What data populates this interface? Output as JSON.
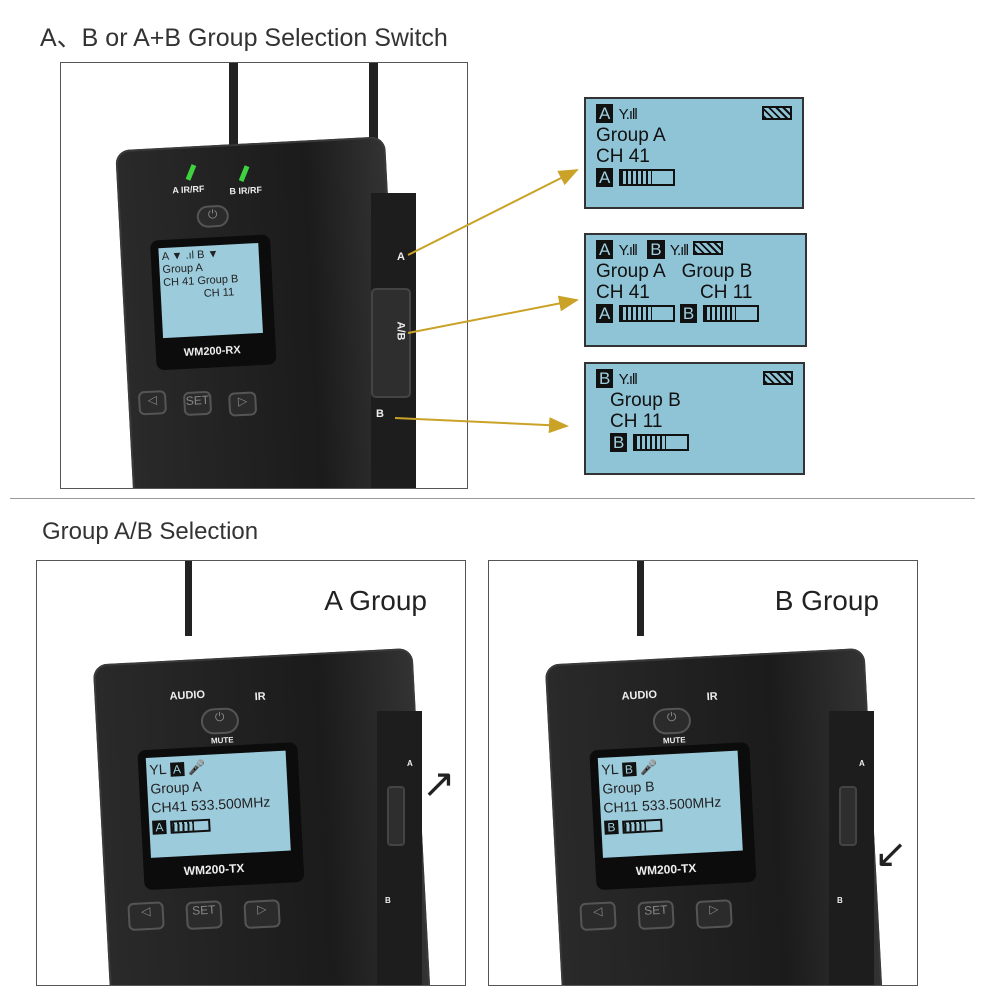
{
  "top": {
    "title": "A、B or A+B Group Selection Switch",
    "receiver": {
      "model": "WM200-RX",
      "led_a": "A IR/RF",
      "led_b": "B IR/RF",
      "switch_a": "A",
      "switch_ab": "A/B",
      "switch_b": "B",
      "set": "SET",
      "screen": {
        "a": "A",
        "b": "B",
        "group_a": "Group  A",
        "ch_a": "CH 41",
        "group_b": "Group  B",
        "ch_b": "CH 11"
      }
    },
    "panels": [
      {
        "label": "A",
        "group": "Group  A",
        "channel": "CH 41"
      },
      {
        "label_a": "A",
        "label_b": "B",
        "group_a": "Group  A",
        "channel_a": "CH 41",
        "group_b": "Group  B",
        "channel_b": "CH 11"
      },
      {
        "label": "B",
        "group": "Group  B",
        "channel": "CH 11"
      }
    ]
  },
  "bottom": {
    "title": "Group A/B Selection",
    "cards": [
      {
        "heading": "A Group",
        "model": "WM200-TX",
        "audio": "AUDIO",
        "ir": "IR",
        "mute": "MUTE",
        "set": "SET",
        "sw_a": "A",
        "sw_b": "B",
        "screen": {
          "tag": "A",
          "group": "Group A",
          "ch": "CH41",
          "freq": "533.500MHz"
        },
        "arrow": "up"
      },
      {
        "heading": "B Group",
        "model": "WM200-TX",
        "audio": "AUDIO",
        "ir": "IR",
        "mute": "MUTE",
        "set": "SET",
        "sw_a": "A",
        "sw_b": "B",
        "screen": {
          "tag": "B",
          "group": "Group B",
          "ch": "CH11",
          "freq": "533.500MHz"
        },
        "arrow": "down"
      }
    ]
  },
  "colors": {
    "lcd": "#8fc3d6",
    "arrow": "#c9a227",
    "led": "#3fd23f"
  }
}
